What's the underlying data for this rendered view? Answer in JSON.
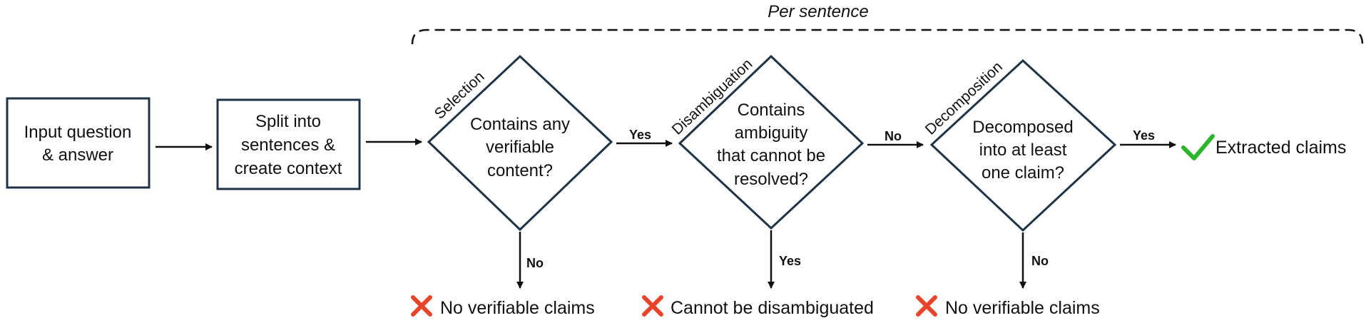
{
  "group_label": "Per sentence",
  "boxes": {
    "input": [
      "Input question",
      "& answer"
    ],
    "split": [
      "Split into",
      "sentences &",
      "create context"
    ]
  },
  "decisions": {
    "selection": {
      "stage": "Selection",
      "question": [
        "Contains any",
        "verifiable",
        "content?"
      ]
    },
    "disambiguation": {
      "stage": "Disambiguation",
      "question": [
        "Contains",
        "ambiguity",
        "that cannot be",
        "resolved?"
      ]
    },
    "decomposition": {
      "stage": "Decomposition",
      "question": [
        "Decomposed",
        "into at least",
        "one claim?"
      ]
    }
  },
  "edge_labels": {
    "selection_continue": "Yes",
    "selection_stop": "No",
    "disambiguation_continue": "No",
    "disambiguation_stop": "Yes",
    "decomposition_continue": "Yes",
    "decomposition_stop": "No"
  },
  "outcomes": {
    "selection_fail": "No verifiable claims",
    "disambiguation_fail": "Cannot be disambiguated",
    "decomposition_fail": "No verifiable claims",
    "success": "Extracted claims"
  },
  "colors": {
    "shape_stroke": "#1f3347",
    "fail_mark": "#e8442a",
    "success_mark": "#2bb52b"
  },
  "icons": {
    "fail": "cross-icon",
    "success": "check-icon"
  }
}
